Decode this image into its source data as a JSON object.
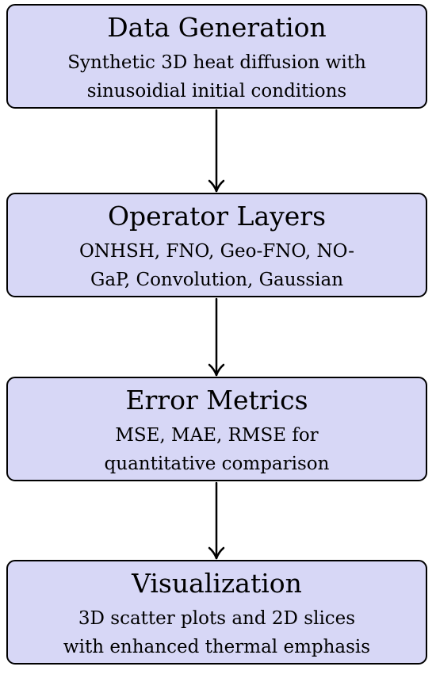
{
  "steps": [
    {
      "title": "Data Generation",
      "lines": [
        "Synthetic 3D heat diffusion with",
        "sinusoidial initial conditions"
      ]
    },
    {
      "title": "Operator Layers",
      "lines": [
        "ONHSH, FNO, Geo-FNO, NO-",
        "GaP, Convolution, Gaussian"
      ]
    },
    {
      "title": "Error Metrics",
      "lines": [
        "MSE, MAE, RMSE for",
        "quantitative comparison"
      ]
    },
    {
      "title": "Visualization",
      "lines": [
        "3D scatter plots and 2D slices",
        "with enhanced thermal emphasis"
      ]
    }
  ],
  "colors": {
    "box_fill": "#d7d7f6",
    "stroke": "#000000"
  }
}
